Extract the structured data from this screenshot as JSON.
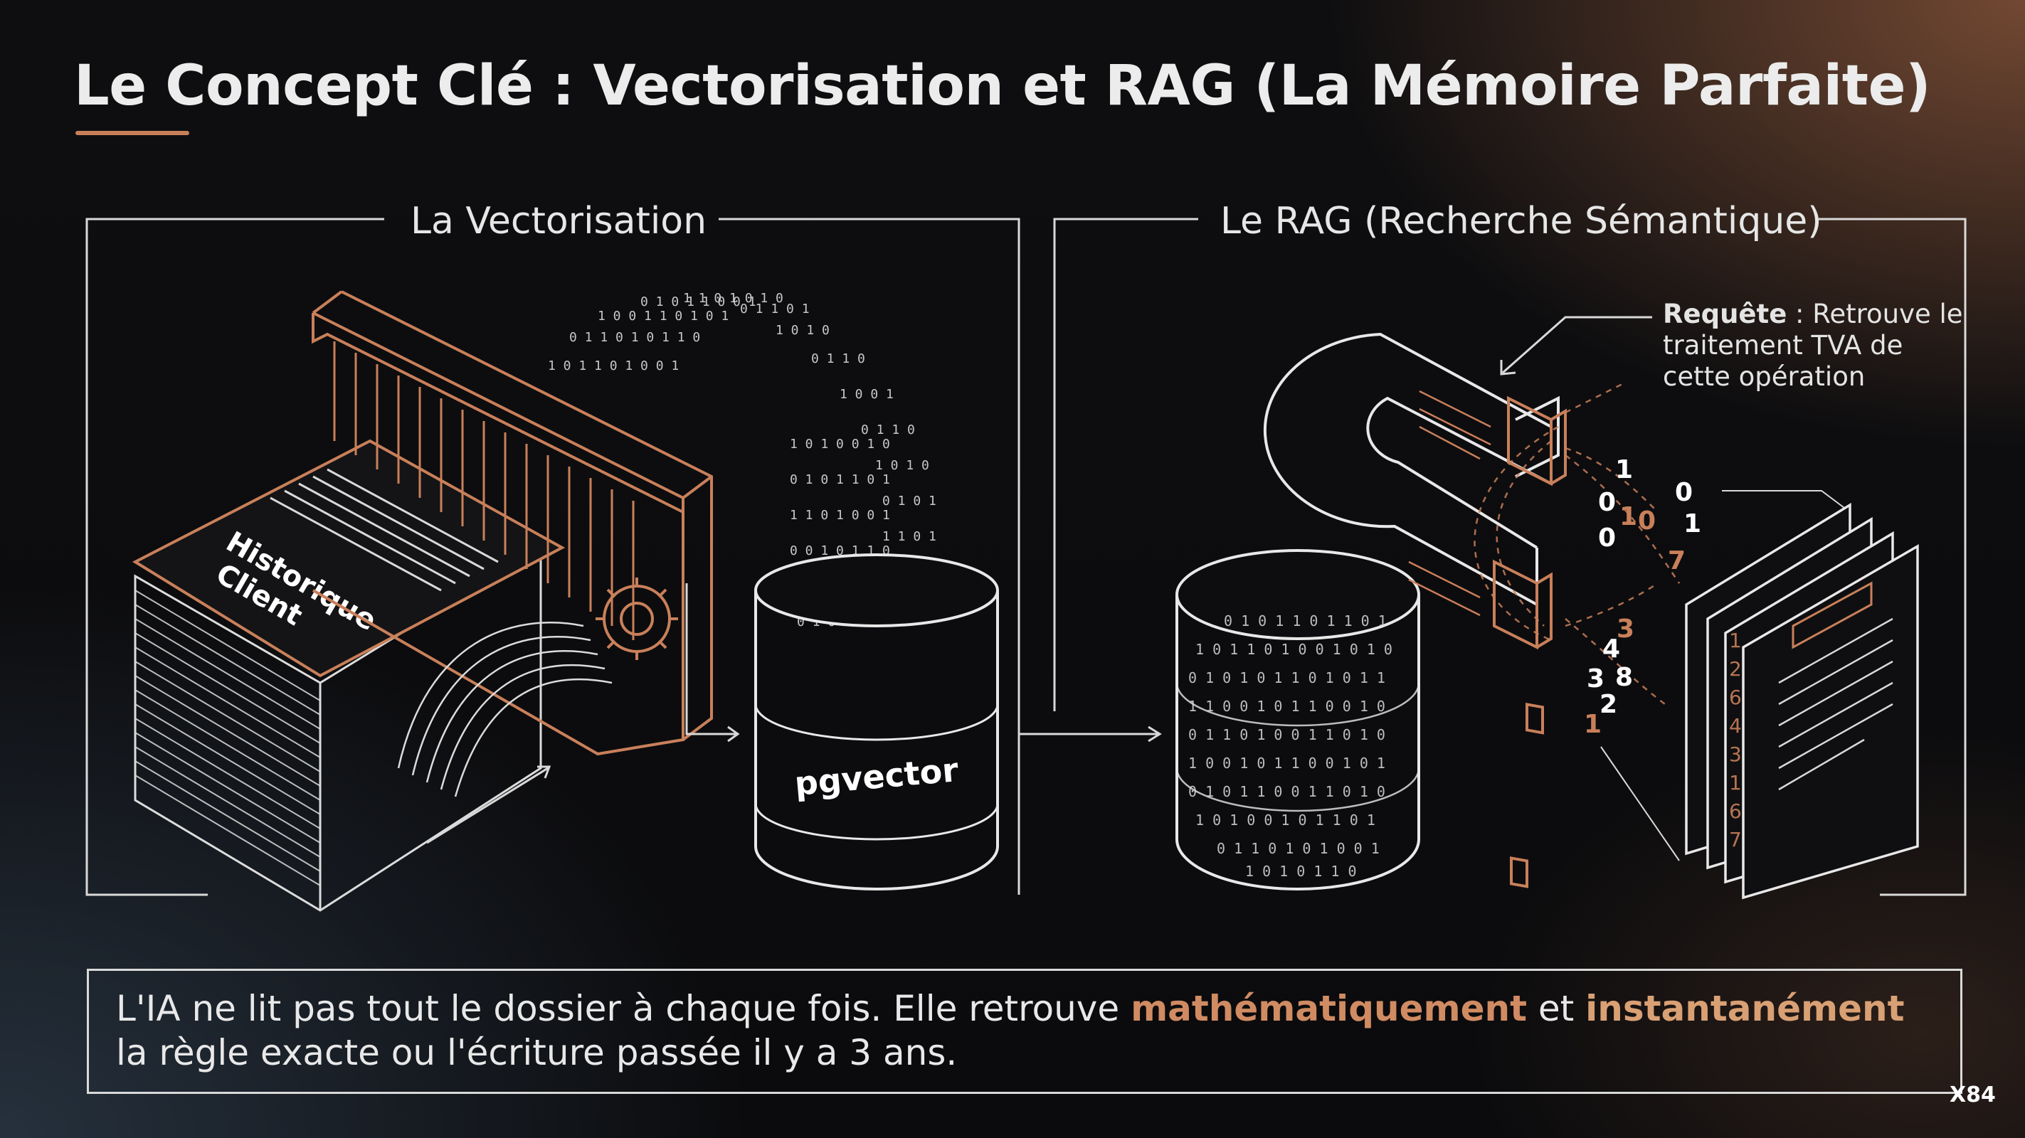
{
  "title": "Le Concept Clé : Vectorisation et RAG (La Mémoire Parfaite)",
  "panels": {
    "vectorisation": {
      "title": "La Vectorisation",
      "document_label_line1": "Historique",
      "document_label_line2": "Client",
      "cylinder_label": "pgvector"
    },
    "rag": {
      "title": "Le RAG (Recherche Sémantique)",
      "query_label": "Requête",
      "query_text": " : Retrouve le traitement TVA de cette opération",
      "floating_digits": [
        "1",
        "0",
        "1",
        "0",
        "0",
        "1",
        "0",
        "7",
        "3",
        "4",
        "3",
        "8",
        "2",
        "1"
      ]
    }
  },
  "bottom": {
    "text_before": "L'IA ne lit pas tout le dossier à chaque fois. Elle retrouve ",
    "highlight1": "mathématiquement",
    "text_mid": " et ",
    "highlight2": "instantanément",
    "text_after": " la règle exacte ou l'écriture passée il y a 3 ans."
  },
  "logo": "X84",
  "colors": {
    "accent": "#c9805a",
    "line": "#e0e0e0",
    "copper": "#c08060"
  }
}
